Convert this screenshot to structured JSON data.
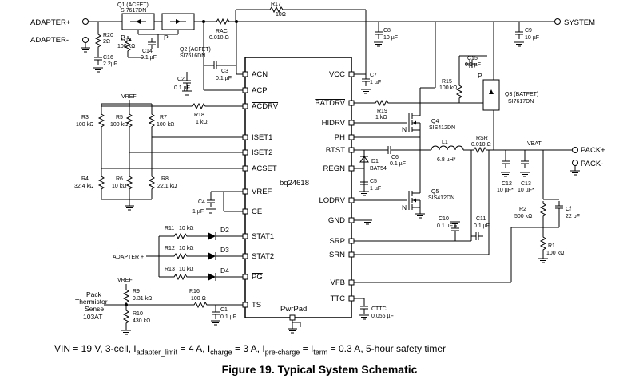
{
  "ic": {
    "name": "bq24618",
    "pins_left": [
      "ACN",
      "ACP",
      "ACDRV",
      "ISET1",
      "ISET2",
      "ACSET",
      "VREF",
      "CE",
      "STAT1",
      "STAT2",
      "PG",
      "TS"
    ],
    "pins_right": [
      "VCC",
      "BATDRV",
      "HIDRV",
      "PH",
      "BTST",
      "REGN",
      "LODRV",
      "GND",
      "SRP",
      "SRN",
      "VFB",
      "TTC"
    ],
    "pin_bottom": "PwrPad"
  },
  "terminals": {
    "adapter_plus": "ADAPTER+",
    "adapter_minus": "ADAPTER-",
    "system": "SYSTEM",
    "pack_plus": "PACK+",
    "pack_minus": "PACK-",
    "vbat": "VBAT",
    "vref_top": "VREF",
    "vref_bottom": "VREF",
    "adapter_led": "ADAPTER +"
  },
  "transistors": {
    "q1": {
      "name": "Q1 (ACFET)",
      "part": "SI7617DN",
      "type": "P"
    },
    "q2": {
      "name": "Q2 (ACFET)",
      "part": "SI7616DN",
      "type": "P"
    },
    "q3": {
      "name": "Q3 (BATFET)",
      "part": "SI7617DN",
      "type": "P"
    },
    "q4": {
      "name": "Q4",
      "part": "SIS412DN",
      "type": "N"
    },
    "q5": {
      "name": "Q5",
      "part": "SIS412DN",
      "type": "N"
    }
  },
  "resistors": {
    "r20": {
      "name": "R20",
      "value": "2Ω"
    },
    "r14": {
      "name": "R14",
      "value": "100 kΩ"
    },
    "rac": {
      "name": "RAC",
      "value": "0.010 Ω"
    },
    "r17": {
      "name": "R17",
      "value": "10Ω"
    },
    "r15": {
      "name": "R15",
      "value": "100 kΩ"
    },
    "r19": {
      "name": "R19",
      "value": "1 kΩ"
    },
    "r18": {
      "name": "R18",
      "value": "1 kΩ"
    },
    "r3": {
      "name": "R3",
      "value": "100 kΩ"
    },
    "r5": {
      "name": "R5",
      "value": "100 kΩ"
    },
    "r7": {
      "name": "R7",
      "value": "100 kΩ"
    },
    "r4": {
      "name": "R4",
      "value": "32.4 kΩ"
    },
    "r6": {
      "name": "R6",
      "value": "10 kΩ"
    },
    "r8": {
      "name": "R8",
      "value": "22.1 kΩ"
    },
    "r11": {
      "name": "R11",
      "value": "10 kΩ"
    },
    "r12": {
      "name": "R12",
      "value": "10 kΩ"
    },
    "r13": {
      "name": "R13",
      "value": "10 kΩ"
    },
    "r9": {
      "name": "R9",
      "value": "9.31 kΩ"
    },
    "r10": {
      "name": "R10",
      "value": "430 kΩ"
    },
    "r16": {
      "name": "R16",
      "value": "100 Ω"
    },
    "rsr": {
      "name": "RSR",
      "value": "0.010 Ω"
    },
    "r2": {
      "name": "R2",
      "value": "500 kΩ"
    },
    "r1": {
      "name": "R1",
      "value": "100 kΩ"
    }
  },
  "capacitors": {
    "c16": {
      "name": "C16",
      "value": "2.2µF"
    },
    "c14": {
      "name": "C14",
      "value": "0.1 µF"
    },
    "c3": {
      "name": "C3",
      "value": "0.1 µF"
    },
    "c2": {
      "name": "C2",
      "value": "0.1 µF"
    },
    "c8": {
      "name": "C8",
      "value": "10 µF"
    },
    "c7": {
      "name": "C7",
      "value": "1 µF"
    },
    "c9": {
      "name": "C9",
      "value": "10 µF"
    },
    "c15": {
      "name": "C15",
      "value": "0.1 µF"
    },
    "c6": {
      "name": "C6",
      "value": "0.1 µF"
    },
    "c5": {
      "name": "C5",
      "value": "1 µF"
    },
    "c4": {
      "name": "C4",
      "value": "1 µF"
    },
    "c10": {
      "name": "C10",
      "value": "0.1 µF"
    },
    "c11": {
      "name": "C11",
      "value": "0.1 µF"
    },
    "c12": {
      "name": "C12",
      "value": "10 µF*"
    },
    "c13": {
      "name": "C13",
      "value": "10 µF*"
    },
    "cf": {
      "name": "Cf",
      "value": "22 pF"
    },
    "c1": {
      "name": "C1",
      "value": "0.1 µF"
    },
    "cttc": {
      "name": "CTTC",
      "value": "0.056 µF"
    }
  },
  "others": {
    "l1": {
      "name": "L1",
      "value": "6.8 µH*"
    },
    "d1": {
      "name": "D1",
      "value": "BAT54"
    },
    "d2": "D2",
    "d3": "D3",
    "d4": "D4",
    "thermistor": [
      "Pack",
      "Thermistor",
      "Sense",
      "103AT"
    ]
  },
  "conditions": {
    "a": "VIN = 19 V, 3-cell, I",
    "a_sub": "adapter_limit",
    "b": " = 4 A, I",
    "b_sub": "charge",
    "c": " = 3 A, I",
    "c_sub": "pre-charge",
    "d": " = I",
    "d_sub": "term",
    "e": " = 0.3 A, 5-hour safety timer"
  },
  "caption": "Figure 19.  Typical System Schematic"
}
